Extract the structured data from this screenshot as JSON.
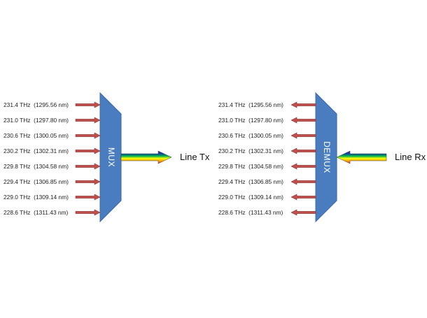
{
  "colors": {
    "block_fill": "#4a7dbf",
    "block_stroke": "#3a6aa8",
    "arrow_fill": "#c0504d",
    "arrow_stroke": "#8c3836",
    "rainbow": [
      "#7030a0",
      "#0b3ba8",
      "#00b050",
      "#ffff00",
      "#ff9900",
      "#e63a2e"
    ]
  },
  "mux": {
    "block_label": "MUX",
    "line_label": "Line Tx",
    "channels": [
      {
        "freq": "231.4 THz",
        "wavelength": "(1295.56 nm)"
      },
      {
        "freq": "231.0 THz",
        "wavelength": "(1297.80 nm)"
      },
      {
        "freq": "230.6 THz",
        "wavelength": "(1300.05 nm)"
      },
      {
        "freq": "230.2 THz",
        "wavelength": "(1302.31 nm)"
      },
      {
        "freq": "229.8 THz",
        "wavelength": "(1304.58 nm)"
      },
      {
        "freq": "229.4 THz",
        "wavelength": "(1306.85 nm)"
      },
      {
        "freq": "229.0 THz",
        "wavelength": "(1309.14 nm)"
      },
      {
        "freq": "228.6 THz",
        "wavelength": "(1311.43 nm)"
      }
    ]
  },
  "demux": {
    "block_label": "DEMUX",
    "line_label": "Line Rx",
    "channels": [
      {
        "freq": "231.4 THz",
        "wavelength": "(1295.56 nm)"
      },
      {
        "freq": "231.0 THz",
        "wavelength": "(1297.80 nm)"
      },
      {
        "freq": "230.6 THz",
        "wavelength": "(1300.05 nm)"
      },
      {
        "freq": "230.2 THz",
        "wavelength": "(1302.31 nm)"
      },
      {
        "freq": "229.8 THz",
        "wavelength": "(1304.58 nm)"
      },
      {
        "freq": "229.4 THz",
        "wavelength": "(1306.85 nm)"
      },
      {
        "freq": "229.0 THz",
        "wavelength": "(1309.14 nm)"
      },
      {
        "freq": "228.6 THz",
        "wavelength": "(1311.43 nm)"
      }
    ]
  }
}
